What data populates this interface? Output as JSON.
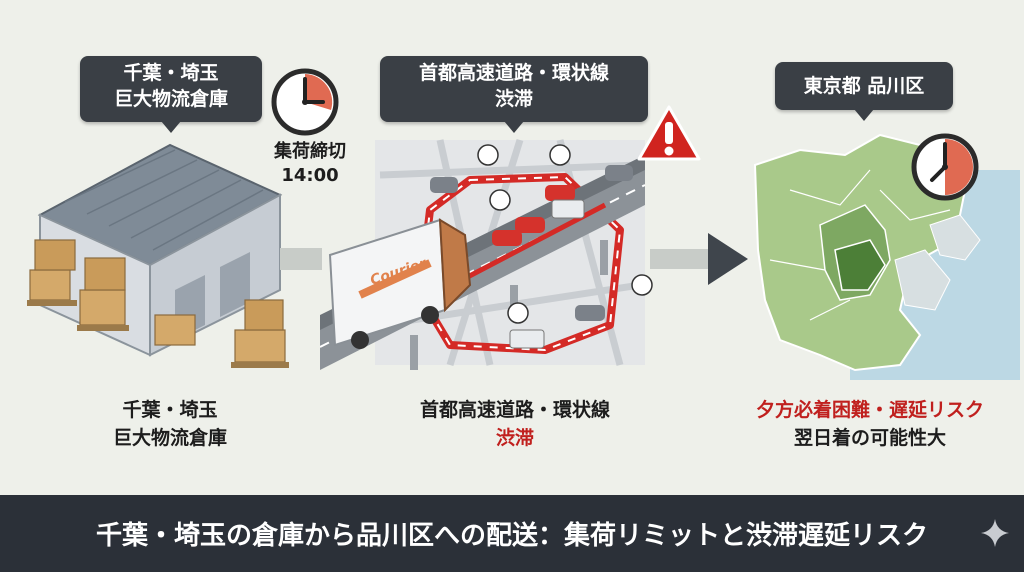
{
  "warehouse": {
    "callout": [
      "千葉・埼玉",
      "巨大物流倉庫"
    ],
    "cutoff_label": "集荷締切",
    "cutoff_time": "14:00",
    "caption": [
      "千葉・埼玉",
      "巨大物流倉庫"
    ]
  },
  "expressway": {
    "callout": [
      "首都高速道路・環状線",
      "渋滞"
    ],
    "truck_brand": "Courier",
    "caption_line1": "首都高速道路・環状線",
    "caption_line2": "渋滞"
  },
  "destination": {
    "callout": "東京都 品川区",
    "risk_line": "夕方必着困難・遅延リスク",
    "next_day_line": "翌日着の可能性大"
  },
  "footer": {
    "title": "千葉・埼玉の倉庫から品川区への配送：集荷リミットと渋滞遅延リスク"
  },
  "colors": {
    "accent_red": "#c0201e",
    "callout_bg": "#3a3f45",
    "footer_bg": "#2b3038",
    "map_green": "#9cc27a",
    "water": "#bcd8e4"
  },
  "icons": [
    "clock-icon",
    "warning-icon",
    "arrow-right-icon",
    "angry-face-icon",
    "sparkle-icon"
  ]
}
